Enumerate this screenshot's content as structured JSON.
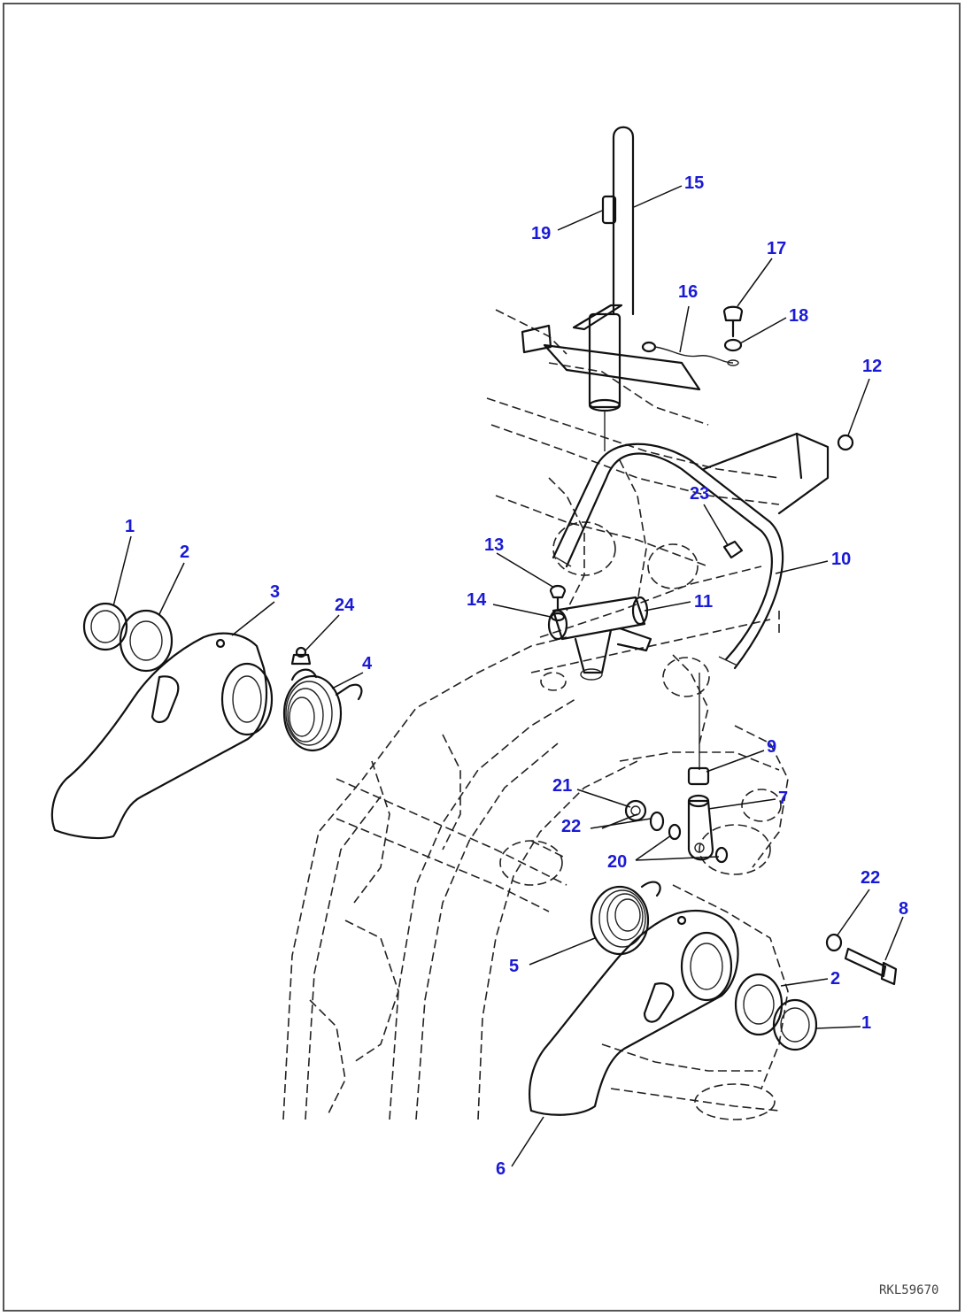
{
  "drawing": {
    "reference_code": "RKL59670",
    "accent_color": "#1a1ad6"
  },
  "callouts": [
    {
      "id": "c1a",
      "label": "1"
    },
    {
      "id": "c2a",
      "label": "2"
    },
    {
      "id": "c3",
      "label": "3"
    },
    {
      "id": "c24",
      "label": "24"
    },
    {
      "id": "c4",
      "label": "4"
    },
    {
      "id": "c13",
      "label": "13"
    },
    {
      "id": "c14",
      "label": "14"
    },
    {
      "id": "c11",
      "label": "11"
    },
    {
      "id": "c23",
      "label": "23"
    },
    {
      "id": "c10",
      "label": "10"
    },
    {
      "id": "c12",
      "label": "12"
    },
    {
      "id": "c15",
      "label": "15"
    },
    {
      "id": "c19",
      "label": "19"
    },
    {
      "id": "c16",
      "label": "16"
    },
    {
      "id": "c17",
      "label": "17"
    },
    {
      "id": "c18",
      "label": "18"
    },
    {
      "id": "c9",
      "label": "9"
    },
    {
      "id": "c7",
      "label": "7"
    },
    {
      "id": "c21",
      "label": "21"
    },
    {
      "id": "c22a",
      "label": "22"
    },
    {
      "id": "c20",
      "label": "20"
    },
    {
      "id": "c22b",
      "label": "22"
    },
    {
      "id": "c8",
      "label": "8"
    },
    {
      "id": "c5",
      "label": "5"
    },
    {
      "id": "c2b",
      "label": "2"
    },
    {
      "id": "c1b",
      "label": "1"
    },
    {
      "id": "c6",
      "label": "6"
    }
  ]
}
